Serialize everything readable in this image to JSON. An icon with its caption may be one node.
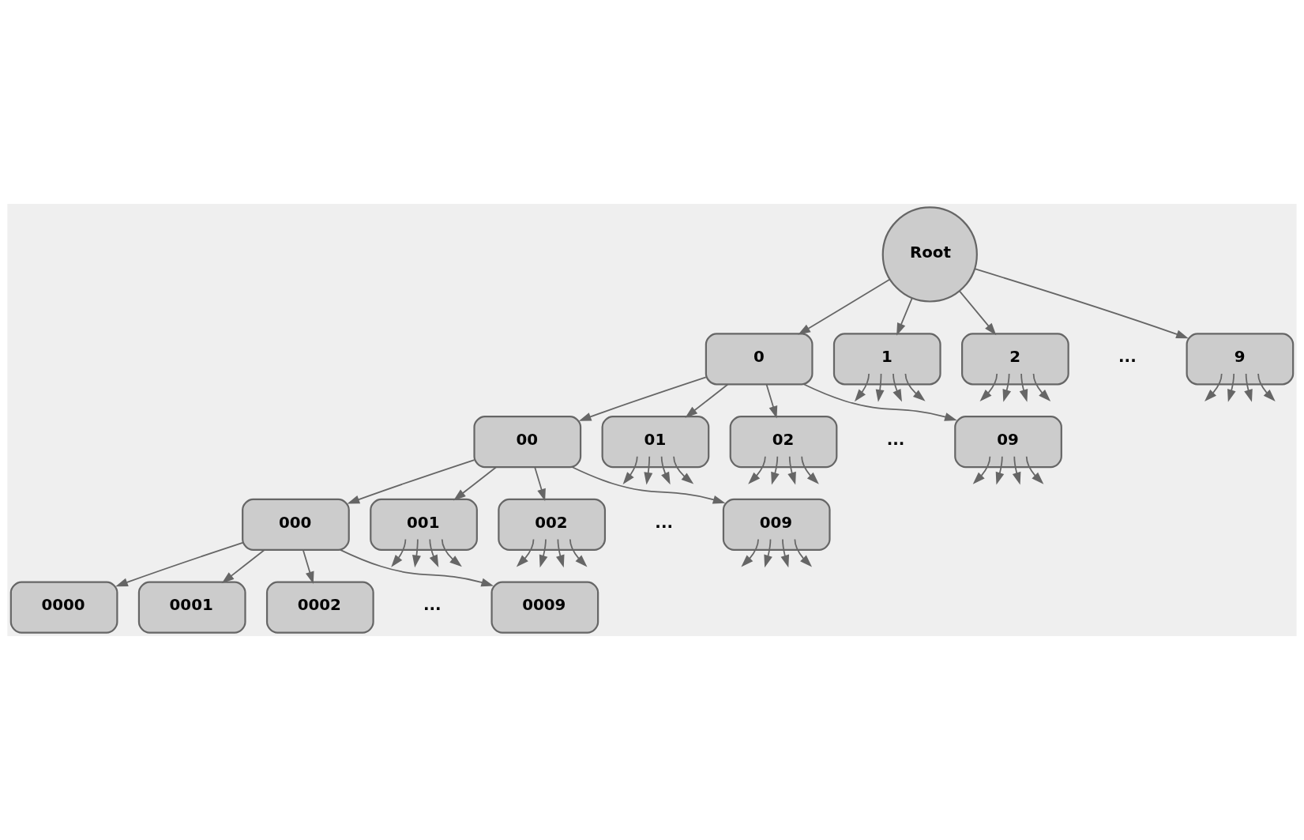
{
  "diagram": {
    "nodes": [
      {
        "text": [
          "Root"
        ]
      },
      {
        "text": [
          "0"
        ]
      },
      {
        "text": [
          "1"
        ]
      },
      {
        "text": [
          "2"
        ]
      },
      {
        "text": [
          "9"
        ]
      },
      {
        "text": [
          "00"
        ]
      },
      {
        "text": [
          "01"
        ]
      },
      {
        "text": [
          "02"
        ]
      },
      {
        "text": [
          "09"
        ]
      },
      {
        "text": [
          "000"
        ]
      },
      {
        "text": [
          "001"
        ]
      },
      {
        "text": [
          "002"
        ]
      },
      {
        "text": [
          "009"
        ]
      },
      {
        "text": [
          "0000"
        ]
      },
      {
        "text": [
          "0001"
        ]
      },
      {
        "text": [
          "0002"
        ]
      },
      {
        "text": [
          "0009"
        ]
      }
    ],
    "edges": [
      {
        "from": 0,
        "to": 1,
        "arrow": "to"
      },
      {
        "from": 0,
        "to": 2,
        "arrow": "to"
      },
      {
        "from": 0,
        "to": 3,
        "arrow": "to"
      },
      {
        "from": 0,
        "to": 4,
        "arrow": "to"
      },
      {
        "from": 1,
        "to": 5,
        "arrow": "to"
      },
      {
        "from": 1,
        "to": 6,
        "arrow": "to"
      },
      {
        "from": 1,
        "to": 7,
        "arrow": "to"
      },
      {
        "from": 1,
        "to": 8,
        "arrow": "to"
      },
      {
        "from": 5,
        "to": 9,
        "arrow": "to"
      },
      {
        "from": 5,
        "to": 10,
        "arrow": "to"
      },
      {
        "from": 5,
        "to": 11,
        "arrow": "to"
      },
      {
        "from": 5,
        "to": 12,
        "arrow": "to"
      },
      {
        "from": 9,
        "to": 13,
        "arrow": "to"
      },
      {
        "from": 9,
        "to": 14,
        "arrow": "to"
      },
      {
        "from": 9,
        "to": 15,
        "arrow": "to"
      },
      {
        "from": 9,
        "to": 16,
        "arrow": "to"
      },
      {
        "from": 2,
        "to": null,
        "arrow": "to"
      },
      {
        "from": 2,
        "to": null,
        "arrow": "to"
      },
      {
        "from": 2,
        "to": null,
        "arrow": "to"
      },
      {
        "from": 2,
        "to": null,
        "arrow": "to"
      },
      {
        "from": 3,
        "to": null,
        "arrow": "to"
      },
      {
        "from": 3,
        "to": null,
        "arrow": "to"
      },
      {
        "from": 3,
        "to": null,
        "arrow": "to"
      },
      {
        "from": 3,
        "to": null,
        "arrow": "to"
      },
      {
        "from": 4,
        "to": null,
        "arrow": "to"
      },
      {
        "from": 4,
        "to": null,
        "arrow": "to"
      },
      {
        "from": 4,
        "to": null,
        "arrow": "to"
      },
      {
        "from": 4,
        "to": null,
        "arrow": "to"
      },
      {
        "from": 6,
        "to": null,
        "arrow": "to"
      },
      {
        "from": 6,
        "to": null,
        "arrow": "to"
      },
      {
        "from": 6,
        "to": null,
        "arrow": "to"
      },
      {
        "from": 6,
        "to": null,
        "arrow": "to"
      },
      {
        "from": 7,
        "to": null,
        "arrow": "to"
      },
      {
        "from": 7,
        "to": null,
        "arrow": "to"
      },
      {
        "from": 7,
        "to": null,
        "arrow": "to"
      },
      {
        "from": 7,
        "to": null,
        "arrow": "to"
      },
      {
        "from": 8,
        "to": null,
        "arrow": "to"
      },
      {
        "from": 8,
        "to": null,
        "arrow": "to"
      },
      {
        "from": 8,
        "to": null,
        "arrow": "to"
      },
      {
        "from": 8,
        "to": null,
        "arrow": "to"
      },
      {
        "from": 10,
        "to": null,
        "arrow": "to"
      },
      {
        "from": 10,
        "to": null,
        "arrow": "to"
      },
      {
        "from": 10,
        "to": null,
        "arrow": "to"
      },
      {
        "from": 10,
        "to": null,
        "arrow": "to"
      },
      {
        "from": 11,
        "to": null,
        "arrow": "to"
      },
      {
        "from": 11,
        "to": null,
        "arrow": "to"
      },
      {
        "from": 11,
        "to": null,
        "arrow": "to"
      },
      {
        "from": 11,
        "to": null,
        "arrow": "to"
      },
      {
        "from": 12,
        "to": null,
        "arrow": "to"
      },
      {
        "from": 12,
        "to": null,
        "arrow": "to"
      },
      {
        "from": 12,
        "to": null,
        "arrow": "to"
      },
      {
        "from": 12,
        "to": null,
        "arrow": "to"
      }
    ],
    "labels": [
      "...",
      "...",
      "...",
      "..."
    ]
  }
}
